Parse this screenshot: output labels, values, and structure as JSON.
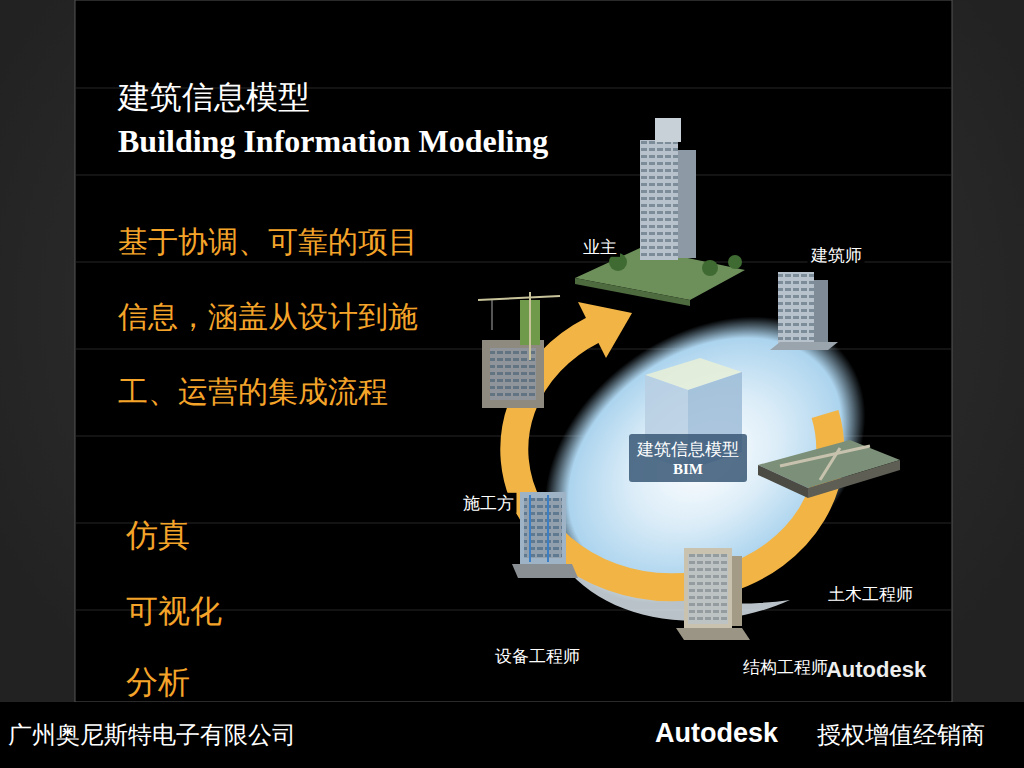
{
  "diagram": {
    "title": "建筑信息模型",
    "nodes": [
      {
        "text": [
          "建筑信息模型",
          "BIM"
        ]
      }
    ],
    "labels": [
      "Building Information Modeling",
      "基于协调、可靠的项目信息，涵盖从设计到施工、运营的集成流程",
      "业主",
      "建筑师",
      "施工方",
      "土木工程师",
      "设备工程师",
      "结构工程师",
      "仿真",
      "可视化",
      "分析",
      "Autodesk",
      "广州奥尼斯特电子有限公司",
      "Autodesk",
      "授权增值经销商"
    ]
  }
}
